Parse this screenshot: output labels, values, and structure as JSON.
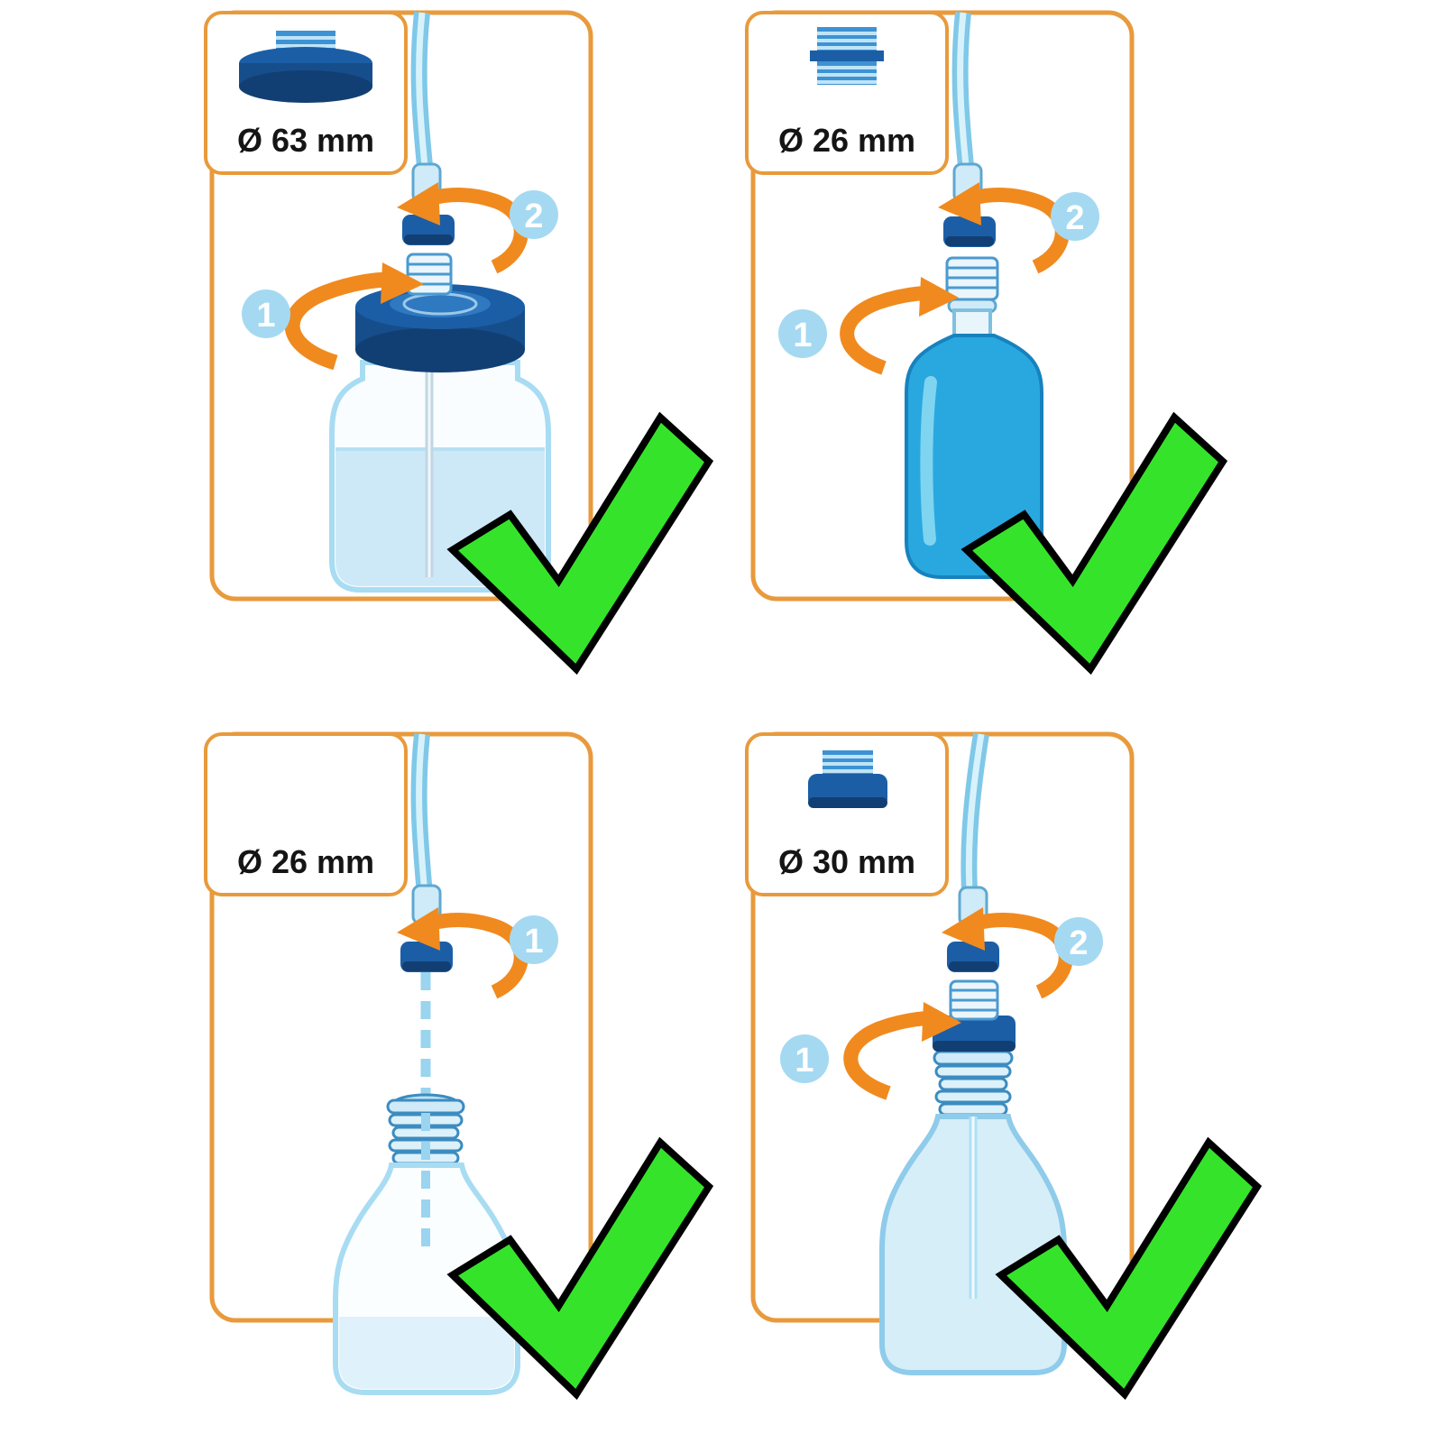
{
  "panels": [
    {
      "diameter_label": "Ø 63 mm",
      "adapter_icon": "wide-disc-adapter-icon",
      "steps": [
        "1",
        "2"
      ],
      "result_icon": "green-checkmark-icon"
    },
    {
      "diameter_label": "Ø 26 mm",
      "adapter_icon": "double-thread-adapter-icon",
      "steps": [
        "1",
        "2"
      ],
      "result_icon": "green-checkmark-icon"
    },
    {
      "diameter_label": "Ø 26 mm",
      "adapter_icon": "none",
      "steps": [
        "1"
      ],
      "result_icon": "green-checkmark-icon"
    },
    {
      "diameter_label": "Ø 30 mm",
      "adapter_icon": "ring-thread-adapter-icon",
      "steps": [
        "1",
        "2"
      ],
      "result_icon": "green-checkmark-icon"
    }
  ],
  "colors": {
    "frame_orange": "#E89A3C",
    "arrow_orange": "#F08A1E",
    "cap_dark_blue": "#1B5EA6",
    "cap_darker_blue": "#123F73",
    "bottle_blue": "#29A8E0",
    "tube_light_blue": "#7FC8E8",
    "liquid_pale_blue": "#CDE9F8",
    "badge_blue": "#A5D9F2",
    "check_green": "#35E42A",
    "check_outline": "#000000"
  }
}
